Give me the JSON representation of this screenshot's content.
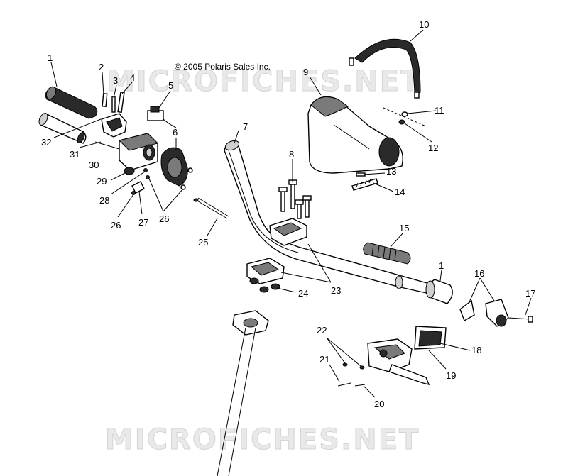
{
  "copyright": "© 2005 Polaris Sales Inc.",
  "watermark": "MICROFICHES.NET",
  "callouts": [
    "1",
    "2",
    "3",
    "4",
    "5",
    "6",
    "7",
    "8",
    "9",
    "10",
    "11",
    "12",
    "13",
    "14",
    "15",
    "1",
    "16",
    "17",
    "18",
    "19",
    "20",
    "21",
    "22",
    "23",
    "24",
    "25",
    "26",
    "26",
    "27",
    "28",
    "29",
    "30",
    "31",
    "32"
  ]
}
